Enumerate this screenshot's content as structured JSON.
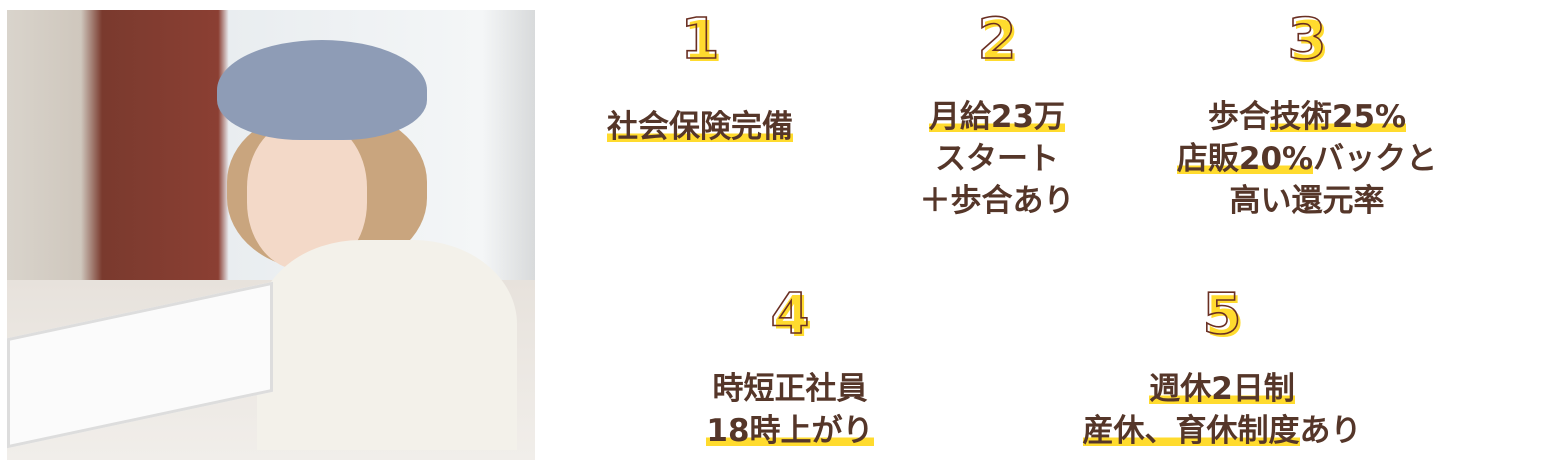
{
  "items": [
    {
      "number": "1",
      "lines": [
        [
          {
            "text": "社会保険完備",
            "hl": true
          }
        ]
      ]
    },
    {
      "number": "2",
      "lines": [
        [
          {
            "text": "月給23万",
            "hl": true
          }
        ],
        [
          {
            "text": "スタート",
            "hl": false
          }
        ],
        [
          {
            "text": "＋歩合あり",
            "hl": false
          }
        ]
      ]
    },
    {
      "number": "3",
      "lines": [
        [
          {
            "text": "歩合",
            "hl": false
          },
          {
            "text": "技術25%",
            "hl": true
          }
        ],
        [
          {
            "text": "店販20%",
            "hl": true
          },
          {
            "text": "バックと",
            "hl": false
          }
        ],
        [
          {
            "text": "高い還元率",
            "hl": false
          }
        ]
      ]
    },
    {
      "number": "4",
      "lines": [
        [
          {
            "text": "時短正社員",
            "hl": false
          }
        ],
        [
          {
            "text": "18時上がり",
            "hl": true
          }
        ]
      ]
    },
    {
      "number": "5",
      "lines": [
        [
          {
            "text": "週休2日制",
            "hl": true
          }
        ],
        [
          {
            "text": "産休、育休制度",
            "hl": true
          },
          {
            "text": "あり",
            "hl": false
          }
        ]
      ]
    }
  ],
  "colors": {
    "text": "#553629",
    "highlight": "#ffdb2e",
    "outline": "#6a2f22"
  }
}
